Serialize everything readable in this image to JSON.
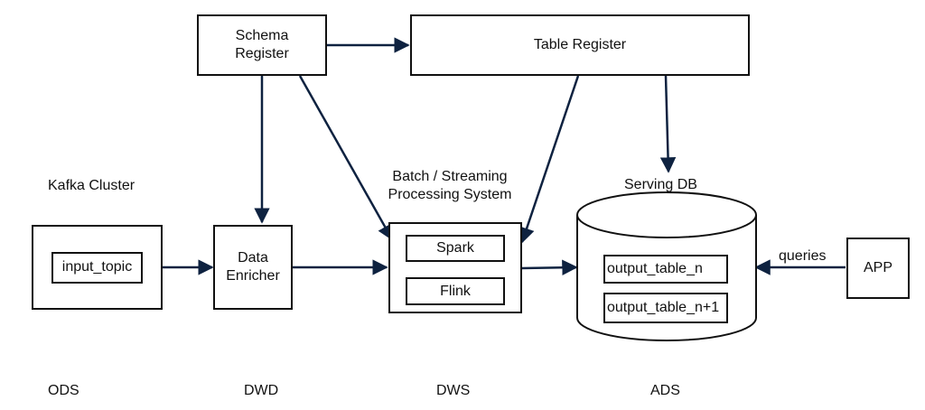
{
  "nodes": {
    "schema_register": "Schema\nRegister",
    "table_register": "Table Register",
    "kafka_cluster": "Kafka Cluster",
    "input_topic": "input_topic",
    "data_enricher": "Data\nEnricher",
    "processing_system": "Batch / Streaming\nProcessing System",
    "spark": "Spark",
    "flink": "Flink",
    "serving_db": "Serving DB",
    "output_table_n": "output_table_n",
    "output_table_n1": "output_table_n+1",
    "app": "APP"
  },
  "edge_labels": {
    "queries": "queries"
  },
  "tiers": {
    "ods": "ODS",
    "dwd": "DWD",
    "dws": "DWS",
    "ads": "ADS"
  }
}
